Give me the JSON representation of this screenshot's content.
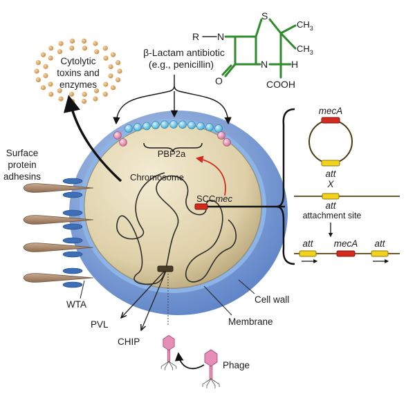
{
  "labels": {
    "cytolytic": [
      "Cytolytic",
      "toxins and",
      "enzymes"
    ],
    "beta_lactam": [
      "β-Lactam antibiotic",
      "(e.g., penicillin)"
    ],
    "surface": [
      "Surface",
      "protein",
      "adhesins"
    ],
    "pbp2a": "PBP2a",
    "chromosome": "Chromosome",
    "scc_prefix": "SCC",
    "scc_suffix": "mec",
    "wta": "WTA",
    "pvl": "PVL",
    "chip": "CHIP",
    "membrane": "Membrane",
    "cell_wall": "Cell wall",
    "phage": "Phage",
    "meca": "mecA",
    "att": "att",
    "cross": "X",
    "attachment_site": "attachment site"
  },
  "molecule": {
    "r": "R",
    "n_amide": "N",
    "s": "S",
    "n_ring": "N",
    "o": "O",
    "cooh": "COOH",
    "h": "H",
    "ch3_top": "CH",
    "ch3_bottom": "CH",
    "sub3": "3"
  },
  "colors": {
    "cell_wall": "#7d9fd6",
    "cytoplasm": "#e1d6b2",
    "antibiotic": "#2e8a2a",
    "mecA_gene": "#d42a1e",
    "att_gene": "#f2d21a",
    "toxin_dots": "#d9a35f",
    "pbp_beads": "#6ec9e6",
    "pbp_pink": "#e99ab2",
    "adhesin": "#a7856a",
    "phage": "#e58fb8"
  }
}
